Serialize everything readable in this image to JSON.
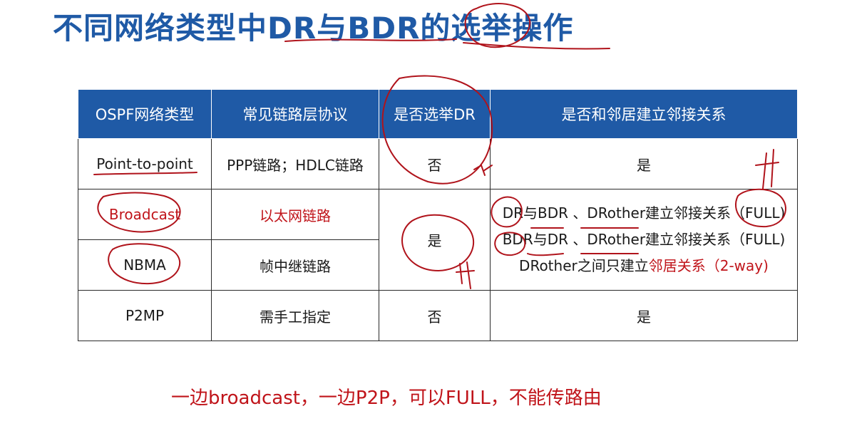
{
  "slide": {
    "title": "不同网络类型中DR与BDR的选举操作",
    "table": {
      "headers": [
        "OSPF网络类型",
        "常见链路层协议",
        "是否选举DR",
        "是否和邻居建立邻接关系"
      ],
      "rows": [
        {
          "network_type": "Point-to-point",
          "protocol": "PPP链路；HDLC链路",
          "elect_dr": "否",
          "adjacency": "是"
        },
        {
          "network_type": "Broadcast",
          "protocol": "以太网链路"
        },
        {
          "network_type": "NBMA",
          "protocol": "帧中继链路"
        },
        {
          "network_type": "P2MP",
          "protocol": "需手工指定",
          "elect_dr": "否",
          "adjacency": "是"
        }
      ],
      "merged": {
        "elect_dr": "是",
        "adjacency_lines": {
          "line1": "DR与BDR 、DRother建立邻接关系（FULL)",
          "line2": "BDR与DR 、DRother建立邻接关系（FULL)",
          "line3_prefix": "DRother之间只建立",
          "line3_highlight": "邻居关系（2-way)"
        }
      }
    },
    "bottom_note": "一边broadcast，一边P2P，可以FULL，不能传路由",
    "colors": {
      "header_blue": "#1f5aa6",
      "accent_red": "#c0141a",
      "ink": "#b0131b"
    }
  }
}
